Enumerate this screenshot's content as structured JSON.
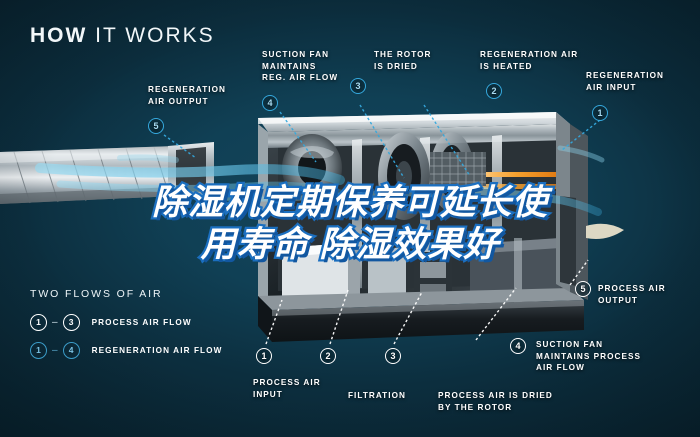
{
  "title": {
    "strong": "HOW",
    "light": "IT WORKS"
  },
  "theme": {
    "background": "#0c2e3e",
    "accent_cyan": "#35a8dd",
    "label_white": "#ffffff",
    "headline_fill": "#ffffff",
    "headline_outline": "#1b6fc0"
  },
  "headline": {
    "line1": "除湿机定期保养可延长使",
    "line2": "用寿命 除湿效果好"
  },
  "legend": {
    "title": "TWO FLOWS OF AIR",
    "rows": [
      {
        "from": "1",
        "to": "3",
        "label": "PROCESS AIR FLOW",
        "color": "white"
      },
      {
        "from": "1",
        "to": "4",
        "label": "REGENERATION AIR FLOW",
        "color": "cyan"
      }
    ]
  },
  "callouts": [
    {
      "id": "regeneration-air-output",
      "num": "5",
      "color": "cyan",
      "text": "REGENERATION\nAIR OUTPUT"
    },
    {
      "id": "suction-fan-reg",
      "num": "4",
      "color": "cyan",
      "text": "SUCTION FAN\nMAINTAINS\nREG. AIR FLOW"
    },
    {
      "id": "rotor-is-dried",
      "num": "3",
      "color": "cyan",
      "text": "THE ROTOR\nIS DRIED"
    },
    {
      "id": "regeneration-air-heated",
      "num": "2",
      "color": "cyan",
      "text": "REGENERATION AIR\nIS HEATED"
    },
    {
      "id": "regeneration-air-input",
      "num": "1",
      "color": "cyan",
      "text": "REGENERATION\nAIR INPUT"
    },
    {
      "id": "process-air-output",
      "num": "5",
      "color": "white",
      "text": "PROCESS AIR\nOUTPUT"
    },
    {
      "id": "process-air-input",
      "num": "1",
      "color": "white",
      "text": "PROCESS AIR\nINPUT"
    },
    {
      "id": "filtration",
      "num": "2",
      "color": "white",
      "text": "FILTRATION"
    },
    {
      "id": "process-air-dried",
      "num": "3",
      "color": "white",
      "text": "PROCESS AIR IS DRIED\nBY THE ROTOR"
    },
    {
      "id": "suction-fan-process",
      "num": "4",
      "color": "white",
      "text": "SUCTION FAN\nMAINTAINS PROCESS\nAIR FLOW"
    }
  ]
}
